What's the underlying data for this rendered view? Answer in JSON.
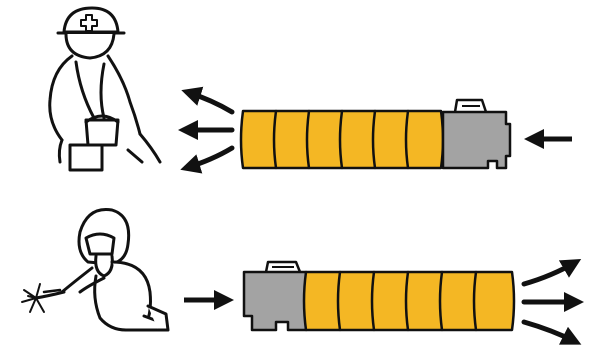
{
  "colors": {
    "duct": "#F4B724",
    "unit": "#A3A3A3",
    "ink": "#111111",
    "background": "#FFFFFF"
  },
  "top_panel": {
    "figure_icon": "worker-with-hardhat-carrying-bucket-icon",
    "duct_segments": 6,
    "airflow": "intake-right-exhaust-left"
  },
  "bottom_panel": {
    "figure_icon": "welder-in-respirator-hood-icon",
    "duct_segments": 6,
    "airflow": "intake-left-exhaust-right"
  }
}
